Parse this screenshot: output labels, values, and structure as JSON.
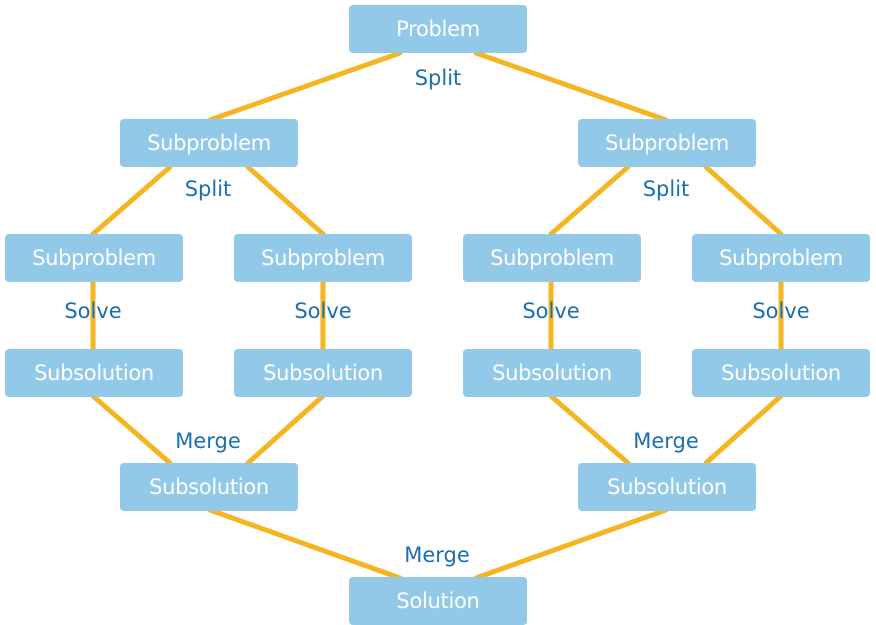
{
  "nodes": {
    "root": "Problem",
    "l1_left": "Subproblem",
    "l1_right": "Subproblem",
    "l2_a": "Subproblem",
    "l2_b": "Subproblem",
    "l2_c": "Subproblem",
    "l2_d": "Subproblem",
    "l3_a": "Subsolution",
    "l3_b": "Subsolution",
    "l3_c": "Subsolution",
    "l3_d": "Subsolution",
    "l4_left": "Subsolution",
    "l4_right": "Subsolution",
    "final": "Solution"
  },
  "ops": {
    "split_root": "Split",
    "split_left": "Split",
    "split_right": "Split",
    "solve_a": "Solve",
    "solve_b": "Solve",
    "solve_c": "Solve",
    "solve_d": "Solve",
    "merge_left": "Merge",
    "merge_right": "Merge",
    "merge_final": "Merge"
  },
  "colors": {
    "node_fill": "#92c9e9",
    "node_text": "#ffffff",
    "edge": "#f5b521",
    "op_text": "#1a6fb3"
  }
}
